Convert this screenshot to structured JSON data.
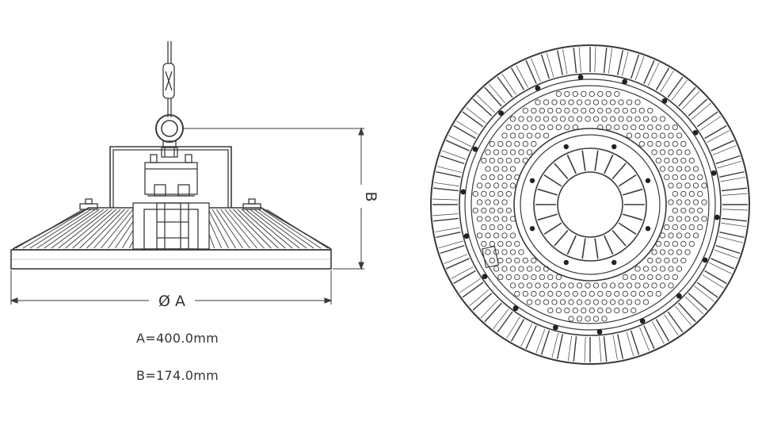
{
  "dimensions": {
    "diameter_label": "Ø A",
    "height_label": "B"
  },
  "specs": {
    "a": "A=400.0mm",
    "b": "B=174.0mm"
  },
  "colors": {
    "line": "#3a3a3a",
    "fill": "#ffffff",
    "text": "#333333"
  }
}
